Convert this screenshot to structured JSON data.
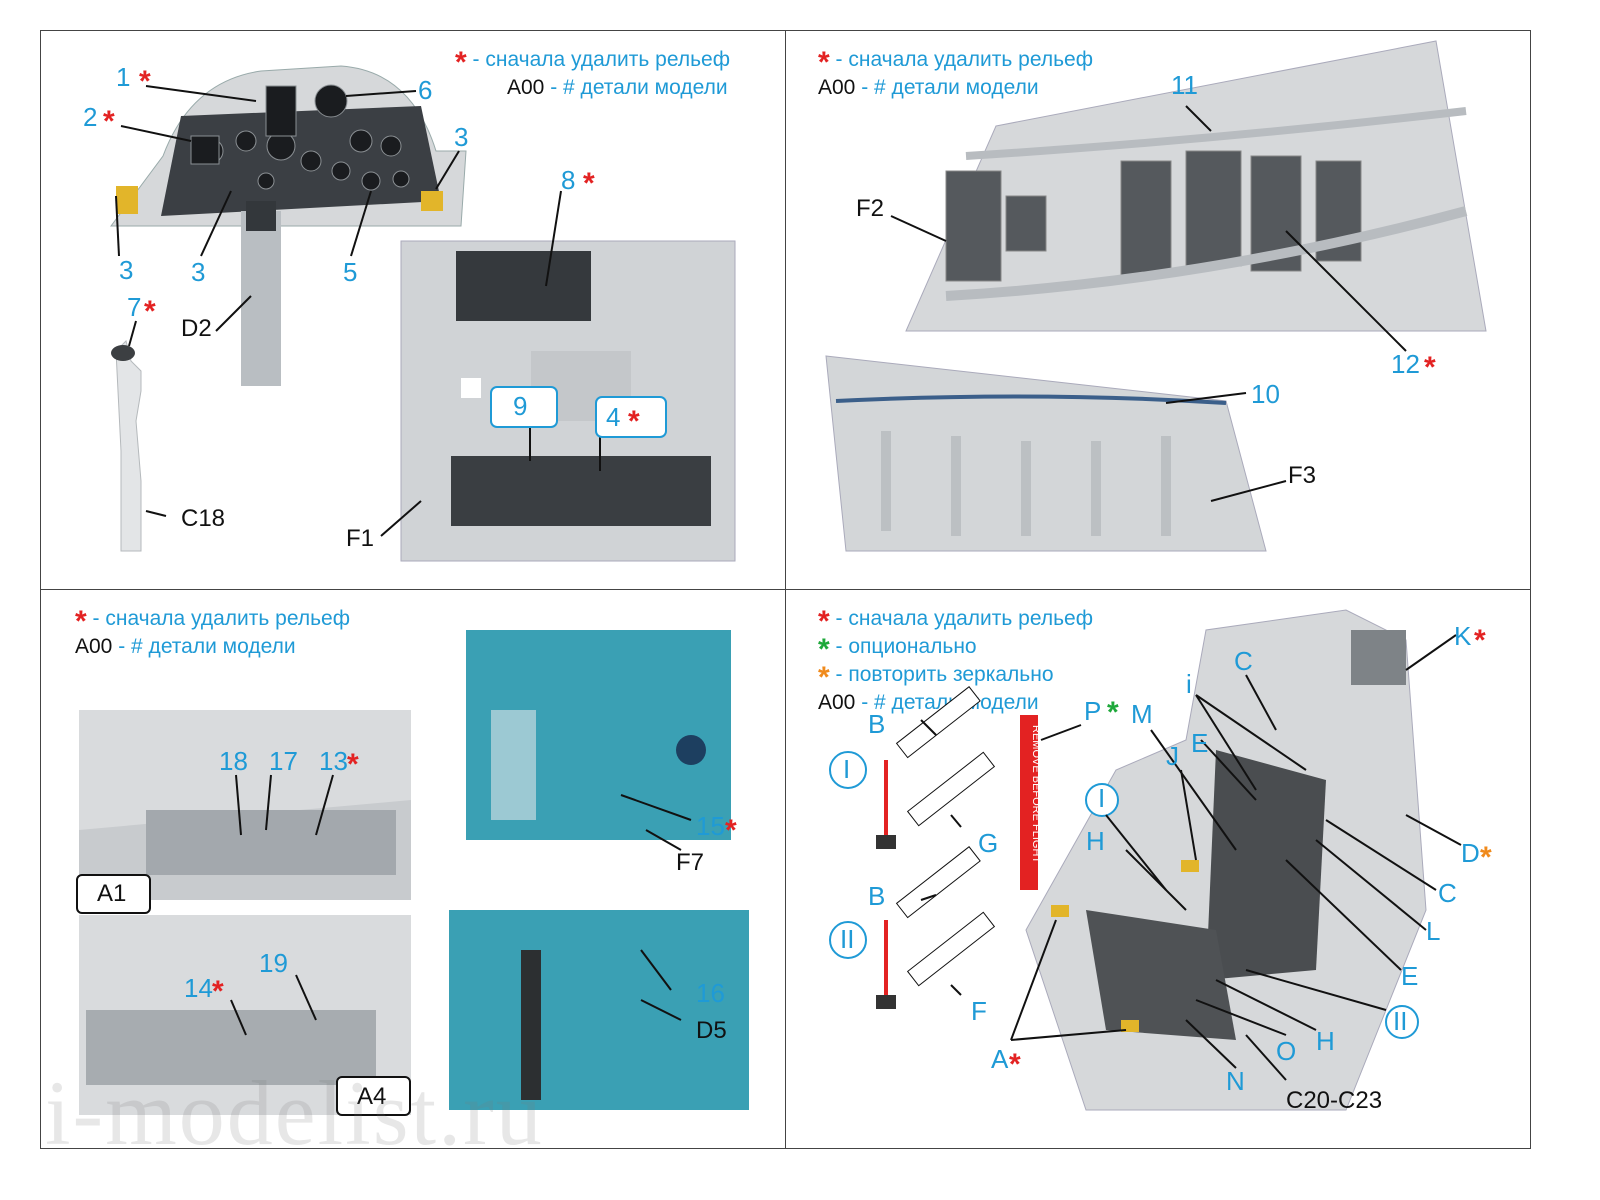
{
  "legend": {
    "remove_relief": "- сначала удалить рельеф",
    "part_code": "A00",
    "part_number": "- # детали модели",
    "optional": "- опционально",
    "mirror": "- повторить зеркально"
  },
  "colors": {
    "red_star": "#e32222",
    "green_star": "#1ea83a",
    "orange_star": "#f08a1c",
    "label_blue": "#1f9ad6",
    "resin_grey": "#d6d8da",
    "panel_teal": "#3aa0b4"
  },
  "panel1": {
    "labels": [
      "1",
      "2",
      "3",
      "3",
      "3",
      "5",
      "6",
      "7",
      "8",
      "9",
      "4"
    ],
    "parts": [
      "D2",
      "C18",
      "F1"
    ]
  },
  "panel2": {
    "labels": [
      "11",
      "12",
      "10"
    ],
    "parts": [
      "F2",
      "F3"
    ]
  },
  "panel3": {
    "labels": [
      "18",
      "17",
      "13",
      "14",
      "19",
      "15",
      "16"
    ],
    "parts": [
      "A1",
      "A4",
      "F7",
      "D5"
    ]
  },
  "panel4": {
    "labels": [
      "B",
      "G",
      "B",
      "F",
      "I",
      "II",
      "P",
      "M",
      "C",
      "i",
      "E",
      "J",
      "I",
      "H",
      "K",
      "D",
      "C",
      "L",
      "E",
      "II",
      "H",
      "O",
      "N",
      "A"
    ],
    "parts": [
      "C20-C23"
    ],
    "tag_text": "REMOVE BEFORE FLIGHT"
  },
  "watermark": "i-modelist.ru"
}
